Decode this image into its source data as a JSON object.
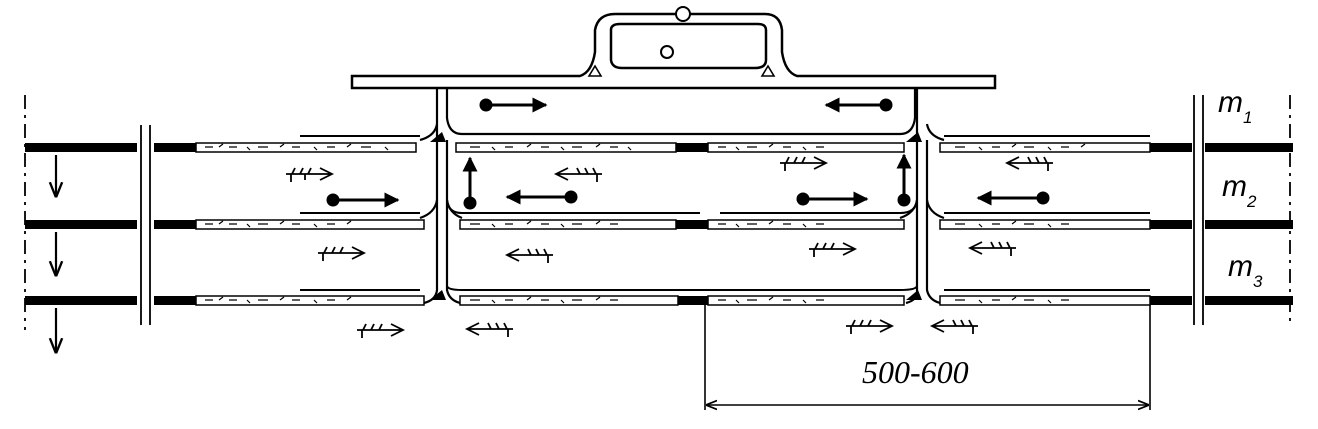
{
  "labels": {
    "m1": {
      "letter": "m",
      "index": "1"
    },
    "m2": {
      "letter": "m",
      "index": "2"
    },
    "m3": {
      "letter": "m",
      "index": "3"
    }
  },
  "dimension": {
    "text": "500-600"
  },
  "colors": {
    "ink": "#000000",
    "background": "#ffffff"
  }
}
